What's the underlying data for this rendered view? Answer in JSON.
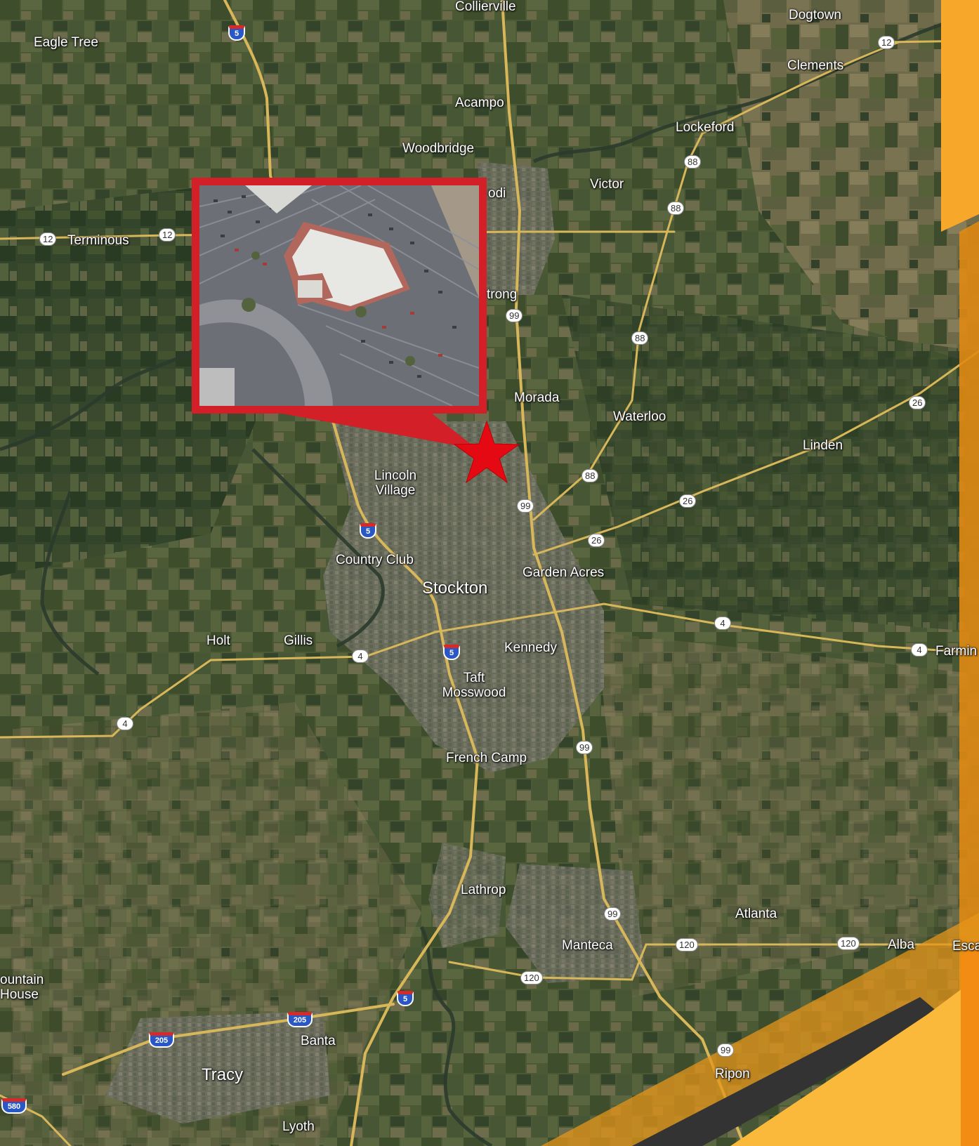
{
  "map": {
    "places": [
      {
        "id": "collierville",
        "text": "Collierville"
      },
      {
        "id": "dogtown",
        "text": "Dogtown"
      },
      {
        "id": "eagle-tree",
        "text": "Eagle Tree"
      },
      {
        "id": "clements",
        "text": "Clements"
      },
      {
        "id": "acampo",
        "text": "Acampo"
      },
      {
        "id": "lockeford",
        "text": "Lockeford"
      },
      {
        "id": "woodbridge",
        "text": "Woodbridge"
      },
      {
        "id": "lodi",
        "text": "odi"
      },
      {
        "id": "victor",
        "text": "Victor"
      },
      {
        "id": "terminous",
        "text": "Terminous"
      },
      {
        "id": "armstrong",
        "text": "trong"
      },
      {
        "id": "morada",
        "text": "Morada"
      },
      {
        "id": "waterloo",
        "text": "Waterloo"
      },
      {
        "id": "linden",
        "text": "Linden"
      },
      {
        "id": "lincoln-village",
        "text": "Lincoln Village"
      },
      {
        "id": "country-club",
        "text": "Country Club"
      },
      {
        "id": "garden-acres",
        "text": "Garden Acres"
      },
      {
        "id": "stockton",
        "text": "Stockton"
      },
      {
        "id": "holt",
        "text": "Holt"
      },
      {
        "id": "gillis",
        "text": "Gillis"
      },
      {
        "id": "kennedy",
        "text": "Kennedy"
      },
      {
        "id": "farmington",
        "text": "Farmin"
      },
      {
        "id": "taft-mosswood",
        "text": "Taft Mosswood"
      },
      {
        "id": "french-camp",
        "text": "French Camp"
      },
      {
        "id": "lathrop",
        "text": "Lathrop"
      },
      {
        "id": "atlanta",
        "text": "Atlanta"
      },
      {
        "id": "manteca",
        "text": "Manteca"
      },
      {
        "id": "alba",
        "text": "Alba"
      },
      {
        "id": "escalon",
        "text": "Esca"
      },
      {
        "id": "mountain-house",
        "text": "ountain House"
      },
      {
        "id": "banta",
        "text": "Banta"
      },
      {
        "id": "tracy",
        "text": "Tracy"
      },
      {
        "id": "ripon",
        "text": "Ripon"
      },
      {
        "id": "lyoth",
        "text": "Lyoth"
      }
    ],
    "route_shields": [
      {
        "id": "i5-north",
        "text": "5",
        "kind": "interstate"
      },
      {
        "id": "sr12-east",
        "text": "12",
        "kind": "state"
      },
      {
        "id": "sr12-west",
        "text": "12",
        "kind": "state"
      },
      {
        "id": "sr12-mid",
        "text": "12",
        "kind": "state"
      },
      {
        "id": "sr88-a",
        "text": "88",
        "kind": "state"
      },
      {
        "id": "sr88-b",
        "text": "88",
        "kind": "state"
      },
      {
        "id": "sr99-north",
        "text": "99",
        "kind": "state"
      },
      {
        "id": "sr88-c",
        "text": "88",
        "kind": "state"
      },
      {
        "id": "sr26-east",
        "text": "26",
        "kind": "state"
      },
      {
        "id": "sr88-d",
        "text": "88",
        "kind": "state"
      },
      {
        "id": "sr99-mid",
        "text": "99",
        "kind": "state"
      },
      {
        "id": "sr26-mid",
        "text": "26",
        "kind": "state"
      },
      {
        "id": "i5-lincoln",
        "text": "5",
        "kind": "interstate"
      },
      {
        "id": "sr26-west",
        "text": "26",
        "kind": "state"
      },
      {
        "id": "sr4-east",
        "text": "4",
        "kind": "state"
      },
      {
        "id": "sr4-farmington",
        "text": "4",
        "kind": "state"
      },
      {
        "id": "i5-stockton",
        "text": "5",
        "kind": "interstate"
      },
      {
        "id": "sr4-gillis",
        "text": "4",
        "kind": "state"
      },
      {
        "id": "sr4-west",
        "text": "4",
        "kind": "state"
      },
      {
        "id": "sr99-south",
        "text": "99",
        "kind": "state"
      },
      {
        "id": "sr99-manteca",
        "text": "99",
        "kind": "state"
      },
      {
        "id": "sr120-east",
        "text": "120",
        "kind": "state"
      },
      {
        "id": "sr120-alba",
        "text": "120",
        "kind": "state"
      },
      {
        "id": "sr120-west",
        "text": "120",
        "kind": "state"
      },
      {
        "id": "i5-lathrop",
        "text": "5",
        "kind": "interstate"
      },
      {
        "id": "i205-east",
        "text": "205",
        "kind": "interstate"
      },
      {
        "id": "i205-west",
        "text": "205",
        "kind": "interstate"
      },
      {
        "id": "sr99-ripon",
        "text": "99",
        "kind": "state"
      },
      {
        "id": "i580",
        "text": "580",
        "kind": "interstate"
      }
    ]
  },
  "colors": {
    "marker": "#e50914",
    "inset_border": "#d21f28",
    "accent_orange": "#f7a82b",
    "accent_dark": "#333333",
    "road": "#d8b65a"
  },
  "icons": {
    "location_marker": "star-icon",
    "inset": "aerial-photo"
  }
}
